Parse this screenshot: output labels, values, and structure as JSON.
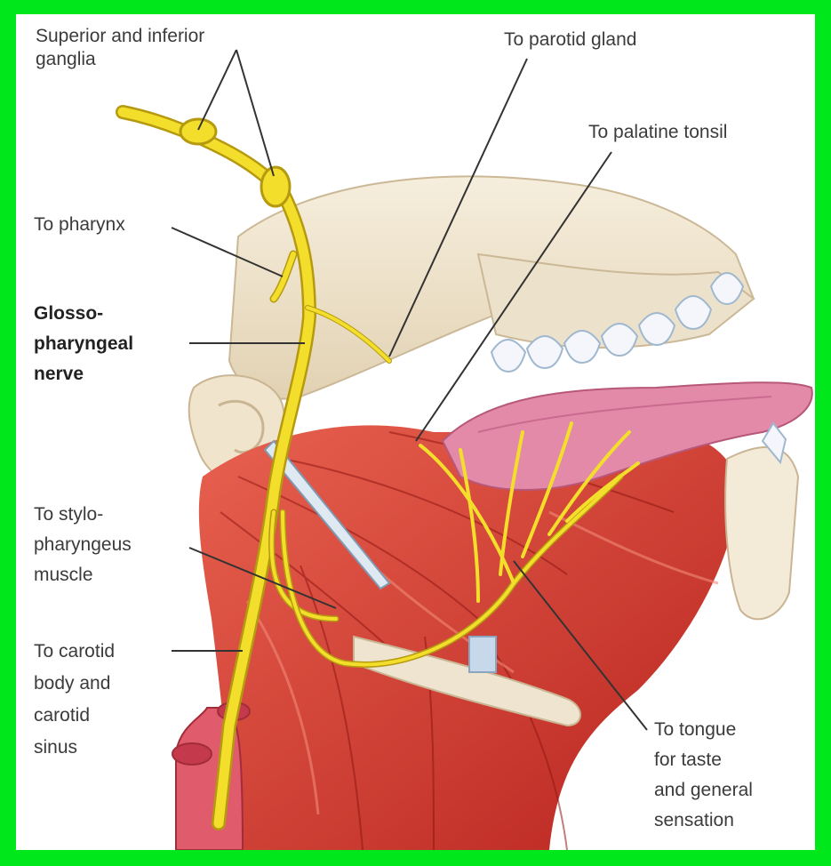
{
  "colors": {
    "frame": "#00e81c",
    "nerve": "#f3df2b",
    "nerve_outline": "#b59a10",
    "muscle": "#c9322b",
    "muscle_light": "#e35a4a",
    "bone": "#efe3cd",
    "tongue": "#e38aa9",
    "leader": "#333333"
  },
  "labels": {
    "ganglia_line1": "Superior and inferior",
    "ganglia_line2": "ganglia",
    "parotid": "To parotid gland",
    "tonsil": "To palatine tonsil",
    "pharynx": "To pharynx",
    "nerve_line1": "Glosso-",
    "nerve_line2": "pharyngeal",
    "nerve_line3": "nerve",
    "stylo_line1": "To stylo-",
    "stylo_line2": "pharyngeus",
    "stylo_line3": "muscle",
    "carotid_line1": "To carotid",
    "carotid_line2": "body and",
    "carotid_line3": "carotid",
    "carotid_line4": "sinus",
    "tongue_line1": "To tongue",
    "tongue_line2": "for taste",
    "tongue_line3": "and general",
    "tongue_line4": "sensation"
  }
}
